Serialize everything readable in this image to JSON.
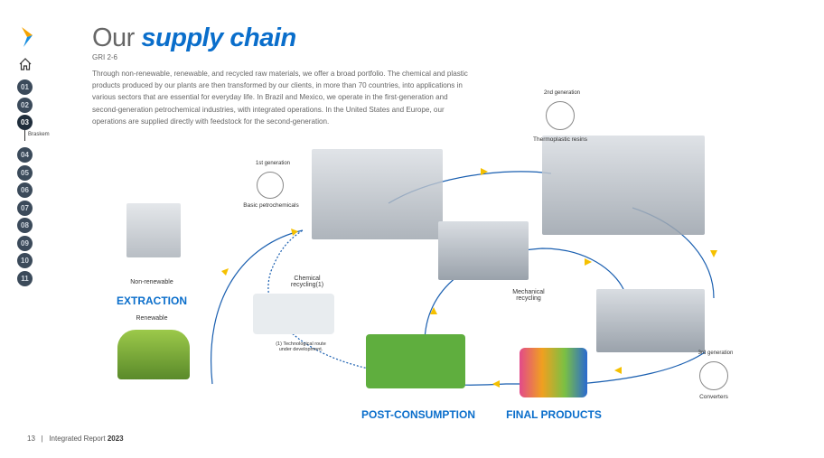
{
  "nav": {
    "items": [
      "01",
      "02",
      "03",
      "04",
      "05",
      "06",
      "07",
      "08",
      "09",
      "10",
      "11"
    ],
    "active": "03",
    "active_sub": "Braskem"
  },
  "header": {
    "title_plain": "Our",
    "title_accent": "supply chain",
    "gri": "GRI 2-6"
  },
  "intro": "Through non-renewable, renewable, and recycled raw materials, we offer a broad portfolio. The chemical and plastic products produced by our plants are then transformed by our clients, in more than 70 countries, into applications in various sectors that are essential for everyday life. In Brazil and Mexico, we operate in the first-generation and second-generation petrochemical industries, with integrated operations. In the United States and Europe, our operations are supplied directly with feedstock for the second-generation.",
  "diagram": {
    "gen1": "1st generation",
    "gen1_label": "Basic petrochemicals",
    "gen2": "2nd generation",
    "gen2_label": "Thermoplastic resins",
    "gen3": "3rd generation",
    "gen3_label": "Converters",
    "non_renewable": "Non-renewable",
    "extraction": "EXTRACTION",
    "renewable": "Renewable",
    "chemical_recycling": "Chemical recycling(1)",
    "chemical_note": "(1) Technological route under development.",
    "mechanical_recycling": "Mechanical recycling",
    "post_consumption": "POST-CONSUMPTION",
    "final_products": "FINAL PRODUCTS",
    "brand": "Braskem",
    "colors": {
      "accent": "#0a6ecb",
      "arrow": "#f5c000",
      "flow": "#1a5fb0"
    }
  },
  "footer": {
    "page": "13",
    "separator": "|",
    "report": "Integrated Report",
    "year": "2023"
  }
}
